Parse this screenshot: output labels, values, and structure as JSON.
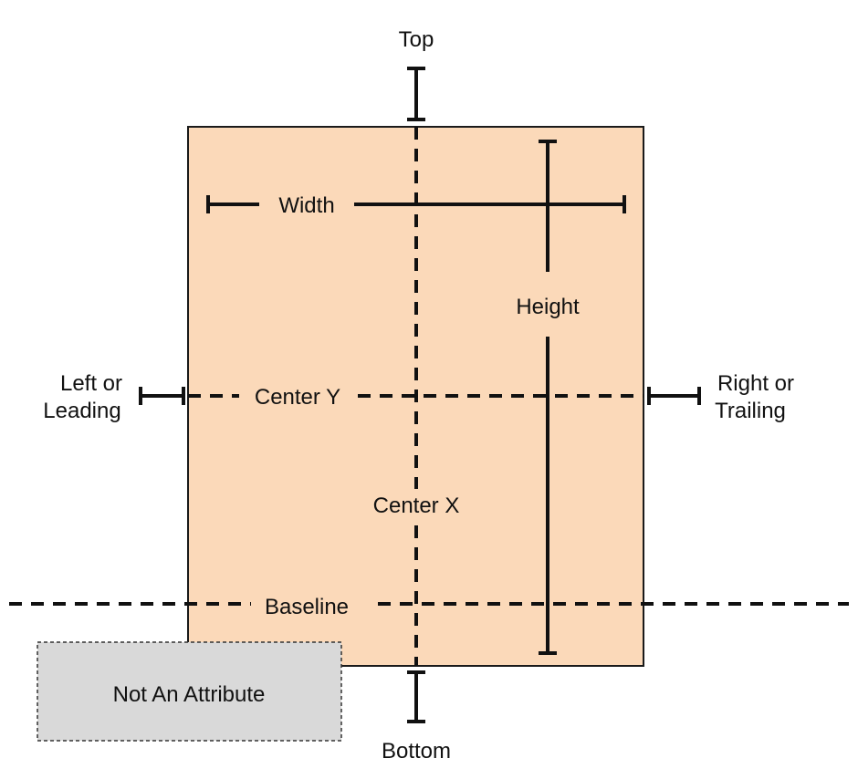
{
  "colors": {
    "view_fill": "#fbd9b9",
    "view_stroke": "#1a1a1a",
    "non_attribute_fill": "#d9d9d9",
    "line": "#111111"
  },
  "labels": {
    "top": "Top",
    "bottom": "Bottom",
    "width": "Width",
    "height": "Height",
    "left_line1": "Left or",
    "left_line2": "Leading",
    "right_line1": "Right or",
    "right_line2": "Trailing",
    "center_y": "Center Y",
    "center_x": "Center X",
    "baseline": "Baseline",
    "not_attribute": "Not An Attribute"
  }
}
